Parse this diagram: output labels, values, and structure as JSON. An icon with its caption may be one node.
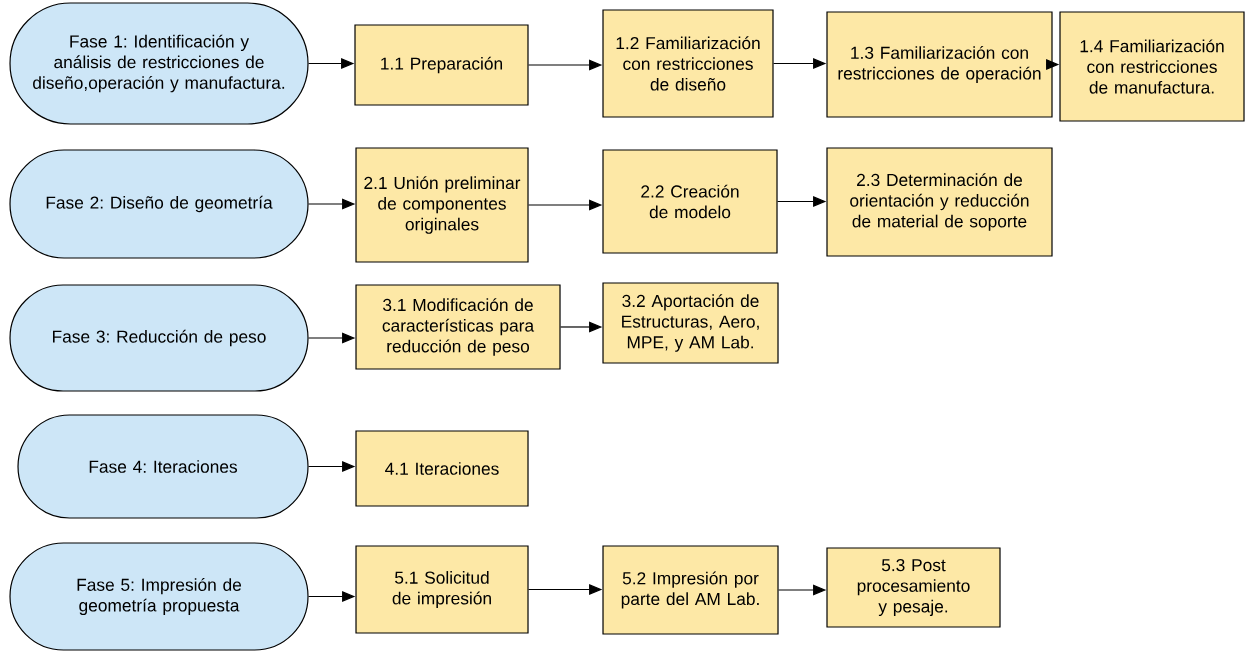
{
  "diagram": {
    "nodes": [
      {
        "text": [
          "Fase 1: Identificación y análisis de restricciones de diseño,operación y manufactura."
        ]
      },
      {
        "text": [
          "1.1 Preparación"
        ]
      },
      {
        "text": [
          "1.2 Familiarización con restricciones de diseño"
        ]
      },
      {
        "text": [
          "1.3 Familiarización con restricciones de operación"
        ]
      },
      {
        "text": [
          "1.4 Familiarización con restricciones de manufactura."
        ]
      },
      {
        "text": [
          "Fase 2: Diseño de geometría"
        ]
      },
      {
        "text": [
          "2.1 Unión preliminar de componentes originales"
        ]
      },
      {
        "text": [
          "2.2 Creación de modelo"
        ]
      },
      {
        "text": [
          "2.3 Determinación de orientación y reducción de material de soporte"
        ]
      },
      {
        "text": [
          "Fase 3: Reducción de peso"
        ]
      },
      {
        "text": [
          "3.1 Modificación de características para reducción de peso"
        ]
      },
      {
        "text": [
          "3.2  Aportación de Estructuras, Aero, MPE, y AM Lab."
        ]
      },
      {
        "text": [
          "Fase 4: Iteraciones"
        ]
      },
      {
        "text": [
          "4.1 Iteraciones"
        ]
      },
      {
        "text": [
          "Fase 5: Impresión de geometría propuesta"
        ]
      },
      {
        "text": [
          "5.1  Solicitud de impresión"
        ]
      },
      {
        "text": [
          "5.2 Impresión por parte del AM Lab."
        ]
      },
      {
        "text": [
          "5.3 Post procesamiento y pesaje."
        ]
      }
    ],
    "edges": [
      {
        "from": 0,
        "to": 1,
        "arrow": "to"
      },
      {
        "from": 1,
        "to": 2,
        "arrow": "to"
      },
      {
        "from": 2,
        "to": 3,
        "arrow": "to"
      },
      {
        "from": 3,
        "to": 4,
        "arrow": "to"
      },
      {
        "from": 5,
        "to": 6,
        "arrow": "to"
      },
      {
        "from": 6,
        "to": 7,
        "arrow": "to"
      },
      {
        "from": 7,
        "to": 8,
        "arrow": "to"
      },
      {
        "from": 9,
        "to": 10,
        "arrow": "to"
      },
      {
        "from": 10,
        "to": 11,
        "arrow": "to"
      },
      {
        "from": 12,
        "to": 13,
        "arrow": "to"
      },
      {
        "from": 14,
        "to": 15,
        "arrow": "to"
      },
      {
        "from": 15,
        "to": 16,
        "arrow": "to"
      },
      {
        "from": 16,
        "to": 17,
        "arrow": "to"
      }
    ]
  }
}
